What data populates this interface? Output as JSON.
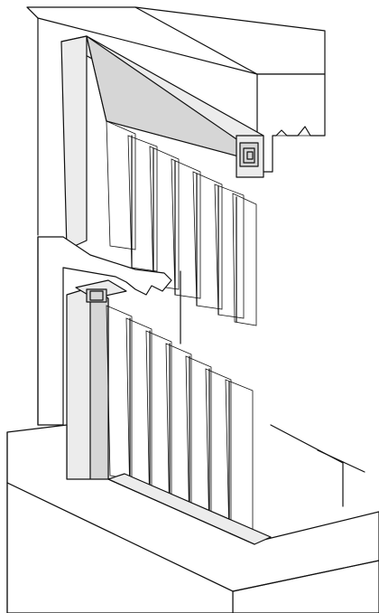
{
  "drawing": {
    "kind": "isometric-section",
    "colors": {
      "line": "#111111",
      "background": "#ffffff",
      "profile_fill": "#ececec",
      "profile_shade": "#d6d6d6"
    },
    "top_assembly": {
      "blade_count": 7
    },
    "bottom_assembly": {
      "blade_count": 7
    }
  }
}
